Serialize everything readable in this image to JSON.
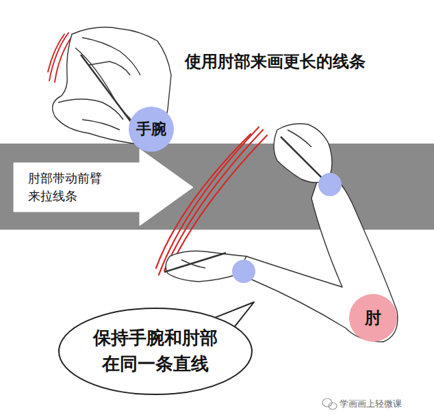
{
  "diagram": {
    "title": "使用肘部来画更长的线条",
    "nodes": [
      {
        "text": [
          "手腕"
        ]
      },
      {
        "text": [
          "肘部带动前臂 来拉线条"
        ]
      },
      {
        "text": [
          "肘"
        ]
      },
      {
        "text": [
          "保持手腕和肘部 在同一条直线"
        ]
      }
    ],
    "labels": [
      "学画画上轻微课"
    ]
  }
}
